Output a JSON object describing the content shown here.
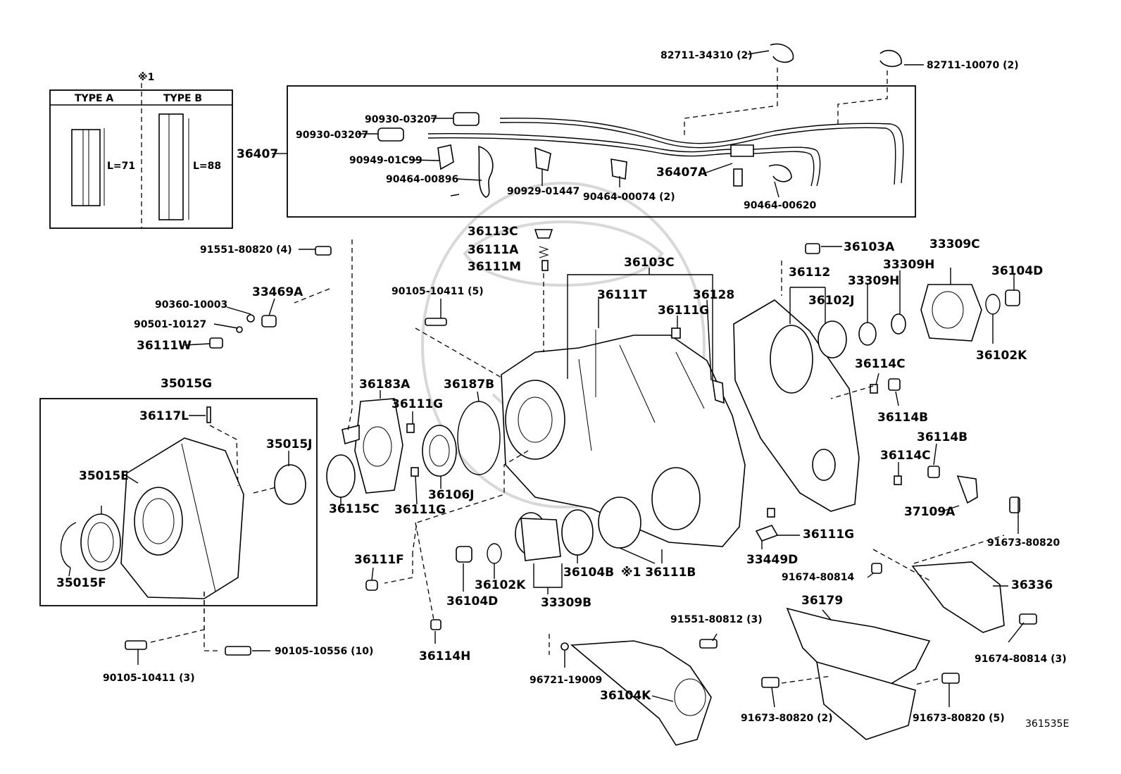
{
  "figure_id": "361535E",
  "note_mark": "※1",
  "inset": {
    "type_a": {
      "title": "TYPE A",
      "length": "L=71"
    },
    "type_b": {
      "title": "TYPE B",
      "length": "L=88"
    }
  },
  "labels": {
    "p82711_34310": "82711-34310 (2)",
    "p82711_10070": "82711-10070 (2)",
    "p90930_03207_a": "90930-03207",
    "p90930_03207_b": "90930-03207",
    "p36407": "36407",
    "p90949_01c99": "90949-01C99",
    "p90464_00896": "90464-00896",
    "p90929_01447": "90929-01447",
    "p90464_00074": "90464-00074 (2)",
    "p36407a": "36407A",
    "p90464_00620": "90464-00620",
    "p91551_80820": "91551-80820 (4)",
    "p36113c": "36113C",
    "p36111a": "36111A",
    "p36111m": "36111M",
    "p36103a": "36103A",
    "p33309c": "33309C",
    "p36103c": "36103C",
    "p36112": "36112",
    "p33309h_a": "33309H",
    "p33309h_b": "33309H",
    "p36104d_a": "36104D",
    "p90360_10003": "90360-10003",
    "p33469a": "33469A",
    "p90105_10411_5": "90105-10411 (5)",
    "p36111t": "36111T",
    "p36128": "36128",
    "p36102j": "36102J",
    "p90501_10127": "90501-10127",
    "p36111g_a": "36111G",
    "p36102k_a": "36102K",
    "p36111w": "36111W",
    "p36114c_a": "36114C",
    "p35015g": "35015G",
    "p36183a": "36183A",
    "p36187b": "36187B",
    "p36111g_b": "36111G",
    "p36114b_a": "36114B",
    "p36117l": "36117L",
    "p36114b_b": "36114B",
    "p35015j": "35015J",
    "p36114c_b": "36114C",
    "p35015e": "35015E",
    "p36106j": "36106J",
    "p36115c": "36115C",
    "p36111g_c": "36111G",
    "p37109a": "37109A",
    "p36111g_d": "36111G",
    "p91673_80820_a": "91673-80820",
    "p36111f": "36111F",
    "p33449d": "33449D",
    "p35015f": "35015F",
    "p36102k_b": "36102K",
    "p36104b": "36104B",
    "p36111b": "※1 36111B",
    "p91674_80814_a": "91674-80814",
    "p36336": "36336",
    "p36104d_b": "36104D",
    "p33309b": "33309B",
    "p36179": "36179",
    "p91551_80812": "91551-80812 (3)",
    "p36114h": "36114H",
    "p91674_80814_3": "91674-80814 (3)",
    "p90105_10556": "90105-10556 (10)",
    "p90105_10411_3": "90105-10411 (3)",
    "p96721_19009": "96721-19009",
    "p36104k": "36104K",
    "p91673_80820_2": "91673-80820 (2)",
    "p91673_80820_5": "91673-80820 (5)"
  }
}
